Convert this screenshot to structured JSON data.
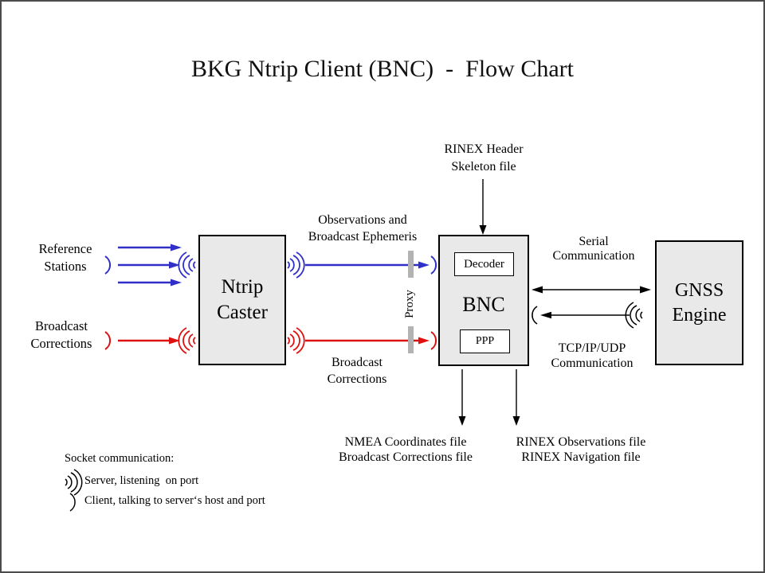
{
  "title": "BKG Ntrip Client (BNC)  -  Flow Chart",
  "colors": {
    "data_blue": "#3030c8",
    "data_red": "#dd1111",
    "node_fill": "#e9e9e9",
    "proxy_bar": "#b3b3b3",
    "frame_border": "#4b4b4b"
  },
  "nodes": {
    "ntrip_caster": {
      "line1": "Ntrip",
      "line2": "Caster"
    },
    "bnc": {
      "label": "BNC",
      "decoder": "Decoder",
      "ppp": "PPP"
    },
    "gnss_engine": {
      "line1": "GNSS",
      "line2": "Engine"
    }
  },
  "labels": {
    "reference_stations": {
      "line1": "Reference",
      "line2": "Stations"
    },
    "broadcast_corrections_left": {
      "line1": "Broadcast",
      "line2": "Corrections"
    },
    "observations_ephemeris": {
      "line1": "Observations and",
      "line2": "Broadcast Ephemeris"
    },
    "broadcast_corrections_mid": {
      "line1": "Broadcast",
      "line2": "Corrections"
    },
    "rinex_header_skeleton": {
      "line1": "RINEX Header",
      "line2": "Skeleton file"
    },
    "serial_communication": {
      "line1": "Serial",
      "line2": "Communication"
    },
    "tcpip_udp_communication": {
      "line1": "TCP/IP/UDP",
      "line2": "Communication"
    },
    "nmea_output": {
      "line1": "NMEA Coordinates file",
      "line2": "Broadcast Corrections file"
    },
    "rinex_output": {
      "line1": "RINEX Observations file",
      "line2": "RINEX Navigation file"
    },
    "proxy": "Proxy"
  },
  "legend": {
    "title": "Socket communication:",
    "server": "Server, listening  on port",
    "client": "Client, talking to server‘s host and port"
  }
}
